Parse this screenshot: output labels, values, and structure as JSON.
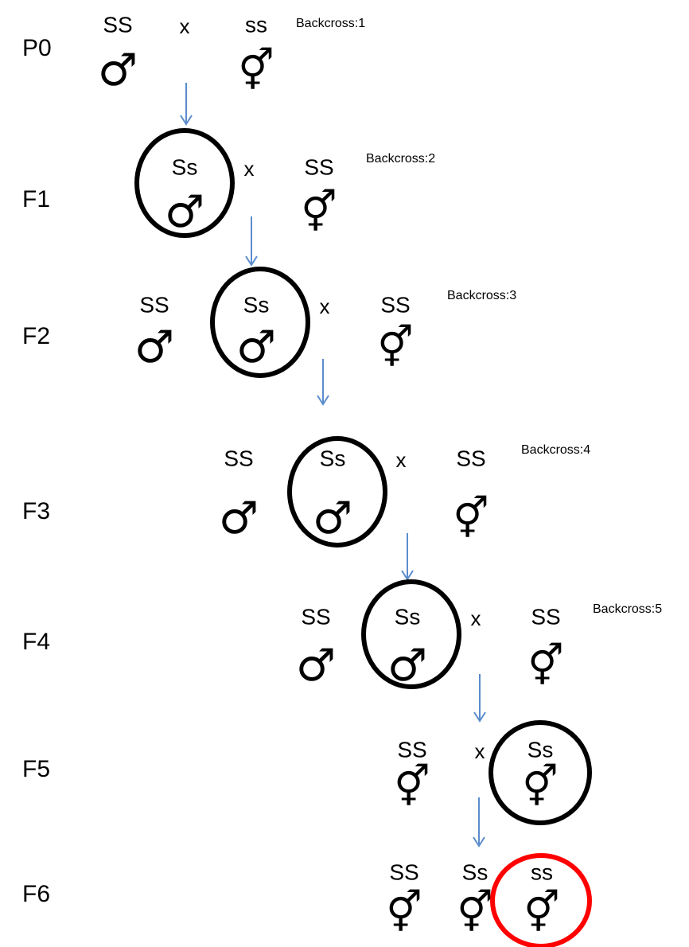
{
  "symbols": {
    "male": "♂",
    "hermaphrodite": "⚥"
  },
  "colors": {
    "ring": "#000000",
    "highlight": "#ff0000",
    "arrow": "#5b8ccc"
  },
  "generations": [
    {
      "label": "P0",
      "items": [
        {
          "genotype": "SS",
          "sex": "male",
          "circled": false
        },
        {
          "cross": "x"
        },
        {
          "genotype": "ss",
          "sex": "hermaphrodite",
          "circled": false
        }
      ],
      "backcross": "Backcross:1"
    },
    {
      "label": "F1",
      "items": [
        {
          "genotype": "Ss",
          "sex": "male",
          "circled": true
        },
        {
          "cross": "x"
        },
        {
          "genotype": "SS",
          "sex": "hermaphrodite",
          "circled": false
        }
      ],
      "backcross": "Backcross:2"
    },
    {
      "label": "F2",
      "items": [
        {
          "genotype": "SS",
          "sex": "male",
          "circled": false
        },
        {
          "genotype": "Ss",
          "sex": "male",
          "circled": true
        },
        {
          "cross": "x"
        },
        {
          "genotype": "SS",
          "sex": "hermaphrodite",
          "circled": false
        }
      ],
      "backcross": "Backcross:3"
    },
    {
      "label": "F3",
      "items": [
        {
          "genotype": "SS",
          "sex": "male",
          "circled": false
        },
        {
          "genotype": "Ss",
          "sex": "male",
          "circled": true
        },
        {
          "cross": "x"
        },
        {
          "genotype": "SS",
          "sex": "hermaphrodite",
          "circled": false
        }
      ],
      "backcross": "Backcross:4"
    },
    {
      "label": "F4",
      "items": [
        {
          "genotype": "SS",
          "sex": "male",
          "circled": false
        },
        {
          "genotype": "Ss",
          "sex": "male",
          "circled": true
        },
        {
          "cross": "x"
        },
        {
          "genotype": "SS",
          "sex": "hermaphrodite",
          "circled": false
        }
      ],
      "backcross": "Backcross:5"
    },
    {
      "label": "F5",
      "items": [
        {
          "genotype": "SS",
          "sex": "hermaphrodite",
          "circled": false
        },
        {
          "cross": "x"
        },
        {
          "genotype": "Ss",
          "sex": "hermaphrodite",
          "circled": true
        }
      ],
      "backcross": ""
    },
    {
      "label": "F6",
      "items": [
        {
          "genotype": "SS",
          "sex": "hermaphrodite",
          "circled": false
        },
        {
          "genotype": "Ss",
          "sex": "hermaphrodite",
          "circled": false
        },
        {
          "genotype": "ss",
          "sex": "hermaphrodite",
          "circled": "highlight"
        }
      ],
      "backcross": ""
    }
  ]
}
